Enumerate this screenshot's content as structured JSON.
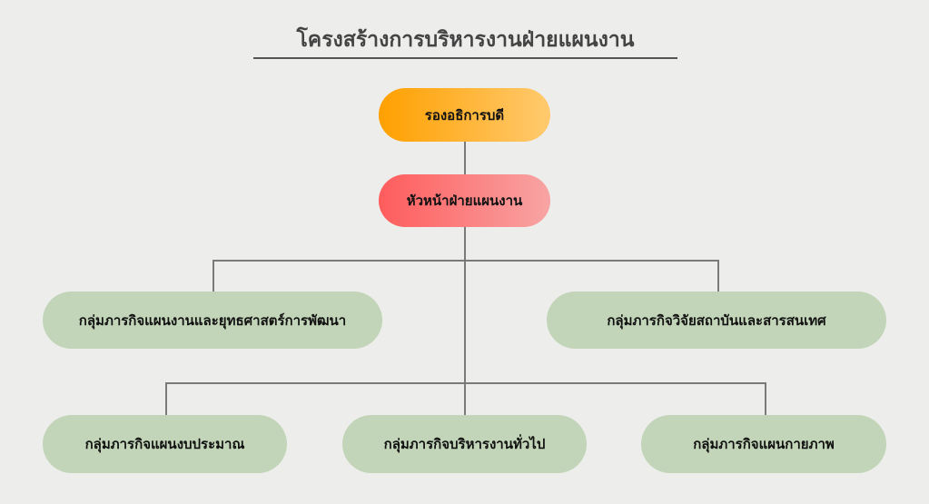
{
  "title": "โครงสร้างการบริหารงานฝ่ายแผนงาน",
  "nodes": {
    "vice_president": "รองอธิการบดี",
    "head": "หัวหน้าฝ่ายแผนงาน",
    "group_strategy": "กลุ่มภารกิจแผนงานและยุทธศาสตร์การพัฒนา",
    "group_research": "กลุ่มภารกิจวิจัยสถาบันและสารสนเทศ",
    "group_budget": "กลุ่มภารกิจแผนงบประมาณ",
    "group_admin": "กลุ่มภารกิจบริหารงานทั่วไป",
    "group_physical": "กลุ่มภารกิจแผนกายภาพ"
  },
  "colors": {
    "background": "#ededeb",
    "vice_president": "#ffa000",
    "head": "#ff5c5c",
    "groups": "#c2d5b8",
    "lines": "#7a7a7a"
  }
}
